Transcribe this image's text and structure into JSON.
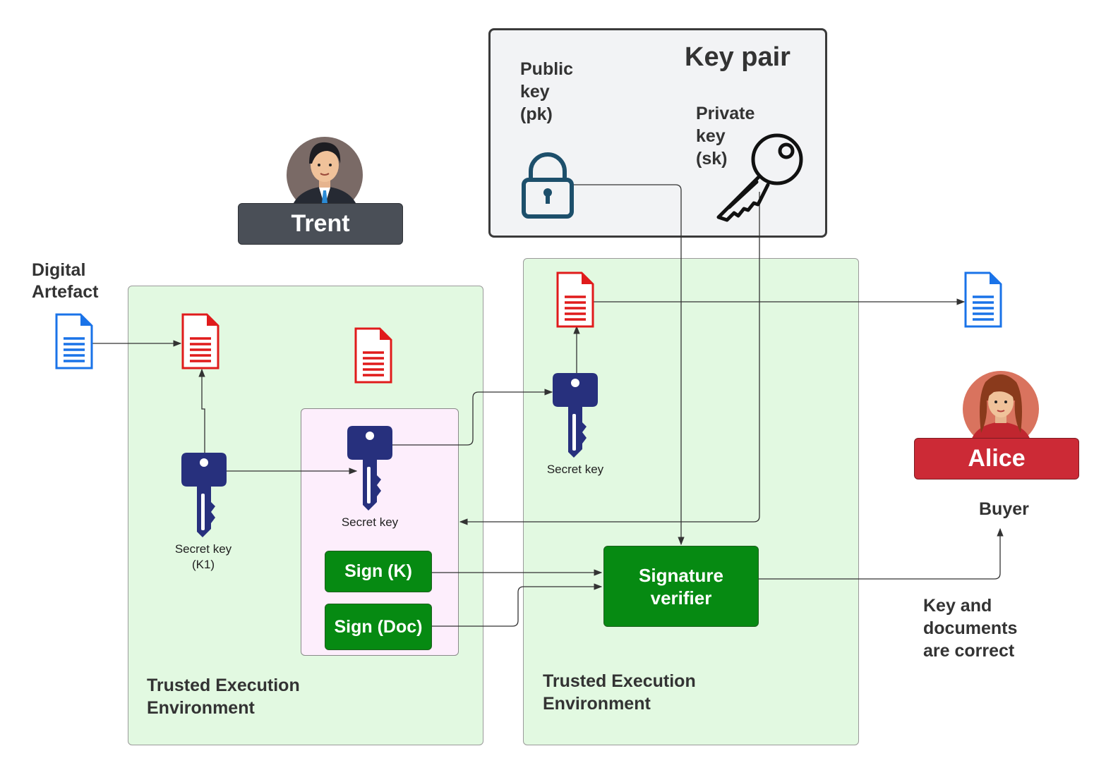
{
  "keypair": {
    "title": "Key pair",
    "public_key_label": "Public\nkey\n(pk)",
    "private_key_label": "Private\nkey\n(sk)"
  },
  "actors": {
    "trent": "Trent",
    "alice": "Alice",
    "alice_role": "Buyer"
  },
  "labels": {
    "digital_artefact": "Digital\nArtefact",
    "tee_left": "Trusted Execution\nEnvironment",
    "tee_right": "Trusted Execution\nEnvironment",
    "secret_key_k1": "Secret key\n(K1)",
    "secret_key_middle": "Secret key",
    "secret_key_right": "Secret key",
    "result": "Key and\ndocuments\nare correct"
  },
  "buttons": {
    "sign_k": "Sign (K)",
    "sign_doc": "Sign (Doc)",
    "verifier": "Signature\nverifier"
  },
  "colors": {
    "tee_fill": "#e2f9e1",
    "enclave_fill": "#fdeefc",
    "green": "#068a12",
    "trent_badge": "#4a4f57",
    "alice_badge": "#cc2a36",
    "key_blue": "#27307d",
    "doc_blue": "#1a73e8",
    "doc_red": "#e01b1b"
  },
  "icons": [
    "document-icon",
    "key-icon",
    "lock-icon",
    "avatar-icon"
  ]
}
